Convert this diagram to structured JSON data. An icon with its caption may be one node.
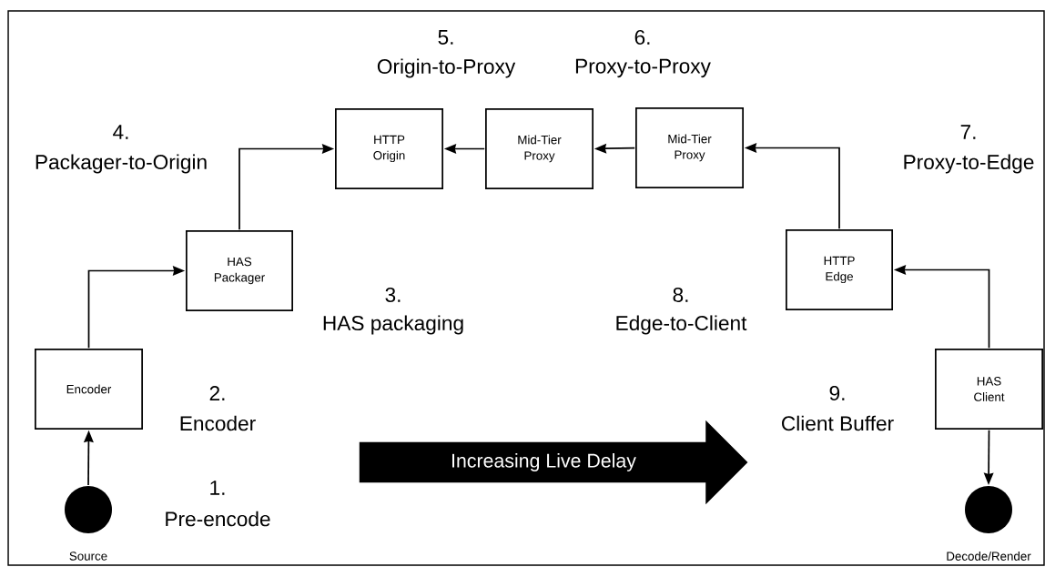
{
  "diagram": {
    "nodes": [
      {
        "text": [],
        "shape": "circle",
        "beside": [
          "Source"
        ]
      },
      {
        "text": [
          "Encoder"
        ]
      },
      {
        "text": [
          "HAS Packager"
        ]
      },
      {
        "text": [
          "HTTP Origin"
        ]
      },
      {
        "text": [
          "Mid-Tier Proxy"
        ]
      },
      {
        "text": [
          "Mid-Tier Proxy"
        ]
      },
      {
        "text": [
          "HTTP Edge"
        ]
      },
      {
        "text": [
          "HAS Client"
        ]
      },
      {
        "text": [],
        "shape": "circle",
        "beside": [
          "Decode/Render"
        ]
      },
      {
        "text": [
          "Increasing Live Delay"
        ]
      }
    ],
    "edges": [
      {
        "from": 0,
        "to": 1,
        "arrow": "to"
      },
      {
        "from": 1,
        "to": 2,
        "arrow": "to"
      },
      {
        "from": 2,
        "to": 3,
        "arrow": "to"
      },
      {
        "from": 4,
        "to": 3,
        "arrow": "to"
      },
      {
        "from": 5,
        "to": 4,
        "arrow": "to"
      },
      {
        "from": 6,
        "to": 5,
        "arrow": "to"
      },
      {
        "from": 7,
        "to": 6,
        "arrow": "to"
      },
      {
        "from": 7,
        "to": 8,
        "arrow": "to"
      }
    ],
    "labels": [
      "5.",
      "6.",
      "Origin-to-Proxy",
      "Proxy-to-Proxy",
      "4.",
      "7.",
      "Packager-to-Origin",
      "Proxy-to-Edge",
      "3.",
      "8.",
      "HAS packaging",
      "Edge-to-Client",
      "2.",
      "9.",
      "Encoder",
      "Client Buffer",
      "1.",
      "Pre-encode"
    ]
  }
}
